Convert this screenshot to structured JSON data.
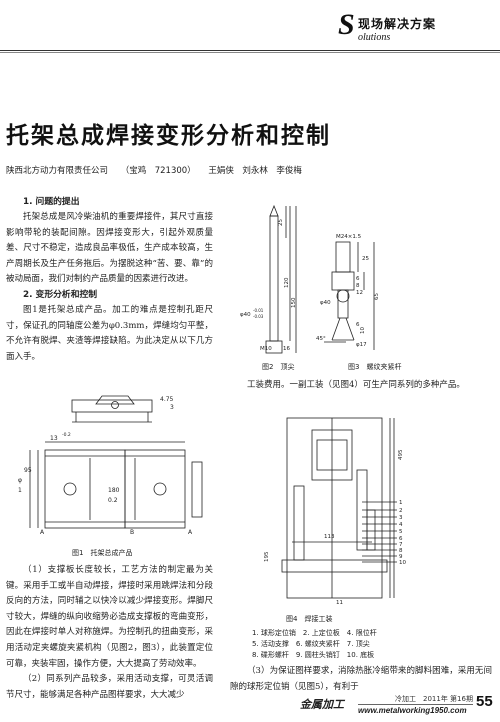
{
  "header": {
    "brand_letter": "S",
    "brand_cn": "现场解决方案",
    "brand_en": "olutions"
  },
  "article": {
    "title": "托架总成焊接变形分析和控制",
    "org": "陕西北方动力有限责任公司",
    "address": "（宝鸡　721300）",
    "authors": "王娟侠　刘永林　李俊梅"
  },
  "sections": {
    "s1_head": "1. 问题的提出",
    "s1_p1": "托架总成是风冷柴油机的重要焊接件，其尺寸直接影响带轮的装配间隙。因焊接变形大，引起外观质量差、尺寸不稳定，造成良品率极低，生产成本较高，生产周期长及生产任务拖后。为摆脱这种“苦、要、靠”的被动局面，我们对制约产品质量的因素进行改进。",
    "s2_head": "2. 变形分析和控制",
    "s2_p1": "图1是托架总成产品。加工的难点是控制孔距尺寸，保证孔的同轴度公差为φ0.3mm，焊缝均匀平整，不允许有脱焊、夹渣等焊接缺陷。为此决定从以下几方面入手。",
    "s2_p2": "（1）支撑板长度较长，工艺方法的制定最为关键。采用手工或半自动焊接，焊接时采用跳焊法和分段反向的方法，同时辅之以快冷以减少焊接变形。焊脚尺寸较大，焊缝的纵向收缩势必造成支撑板的弯曲变形，因此在焊接时单人对称施焊。为控制孔的扭曲变形，采用活动定夹螺旋夹紧机构（见图2，图3），此装置定位可靠，夹装牢固，操作方便，大大提高了劳动效率。",
    "s2_p3": "（2）同系列产品较多，采用活动支撑，可灵活调节尺寸，能够满足各种产品图样要求，大大减少",
    "right_p1": "工装费用。一副工装（见图4）可生产同系列的多种产品。",
    "right_p2": "（3）为保证图样要求，消除热胀冷缩带来的脚料困难，采用无间隙的球形定位销（见图5），有利于"
  },
  "figures": {
    "fig1_caption": "图1　托架总成产品",
    "fig1_dims": [
      "4.75",
      "3",
      "13",
      "-0.2",
      "1",
      "φ",
      "95",
      "180",
      "0.2",
      "A",
      "A",
      "B"
    ],
    "fig2_caption": "图2　顶尖",
    "fig2_dims": [
      "25",
      "120",
      "150",
      "φ40",
      "-0.01",
      "-0.03",
      "M10",
      "16"
    ],
    "fig3_caption": "图3　螺纹夹紧杆",
    "fig3_dims": [
      "M24×1.5",
      "25",
      "6",
      "8",
      "12",
      "65",
      "φ40",
      "6",
      "10",
      "φ17",
      "45°"
    ],
    "fig4_caption": "图4　焊接工装",
    "fig4_dims": [
      "113",
      "195",
      "495",
      "11",
      "1",
      "2",
      "3",
      "4",
      "5",
      "6",
      "7",
      "8",
      "9",
      "10"
    ],
    "fig4_legend": [
      "1. 球形定位销　2. 上定位板　4. 限位杆",
      "5. 活动支撑　6. 螺纹夹紧杆　7. 顶尖",
      "8. 碟形螺杆　9. 圆柱头销钉　10. 底板"
    ]
  },
  "footer": {
    "logo": "金属加工",
    "issue": "冷加工　2011年 第16期",
    "url": "www.metalworking1950.com",
    "page": "55"
  }
}
